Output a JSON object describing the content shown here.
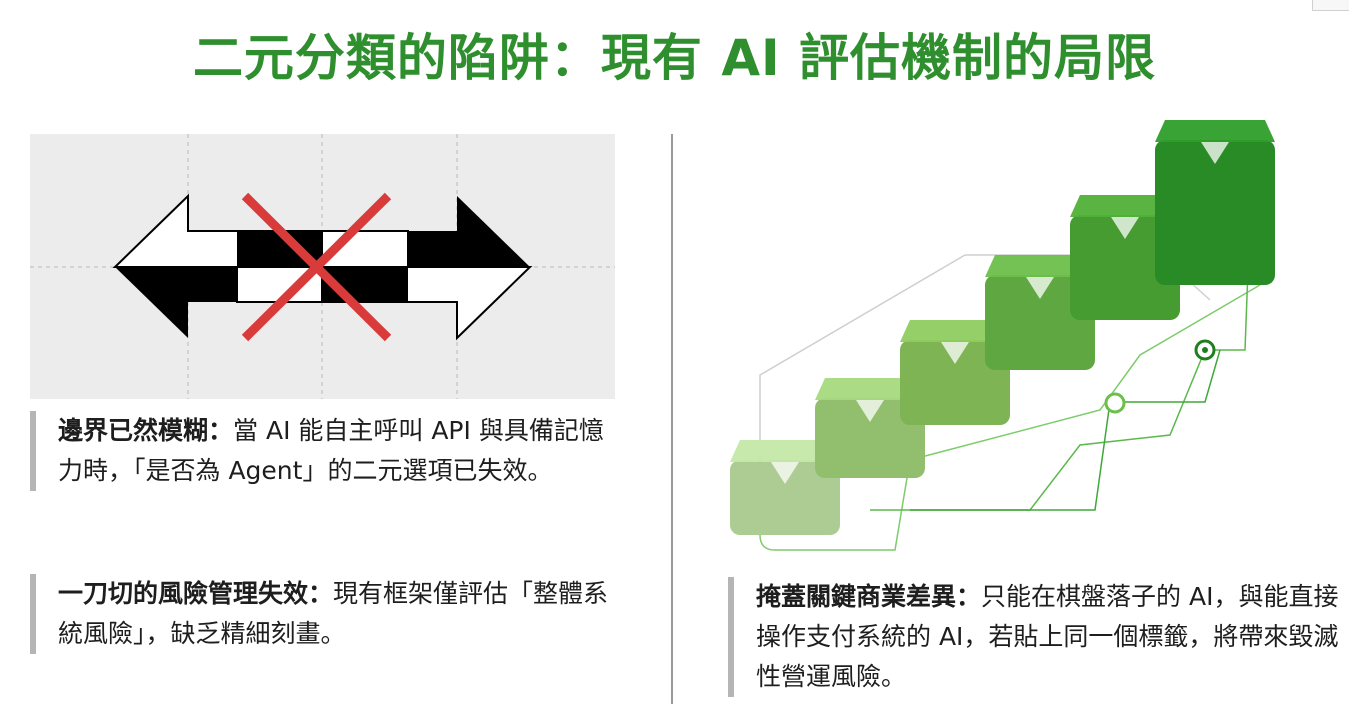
{
  "title": "二元分類的陷阱：現有 AI 評估機制的局限",
  "left_figure": {
    "icon": "crossed-out-bidirectional-arrows",
    "cross_color": "#d93a3a",
    "arrow_color": "#000000"
  },
  "right_figure": {
    "icon": "ascending-green-cubes-with-connecting-lines",
    "colors": [
      "#c5e8a8",
      "#a6d97d",
      "#8fcc5f",
      "#6cbf4a",
      "#50b038",
      "#2e9e2a"
    ]
  },
  "callouts": [
    {
      "heading": "邊界已然模糊：",
      "body": "當 AI 能自主呼叫 API 與具備記憶力時，「是否為 Agent」的二元選項已失效。"
    },
    {
      "heading": "一刀切的風險管理失效：",
      "body": "現有框架僅評估「整體系統風險」，缺乏精細刻畫。"
    },
    {
      "heading": "掩蓋關鍵商業差異：",
      "body": "只能在棋盤落子的 AI，與能直接操作支付系統的 AI，若貼上同一個標籤，將帶來毀滅性營運風險。"
    }
  ]
}
